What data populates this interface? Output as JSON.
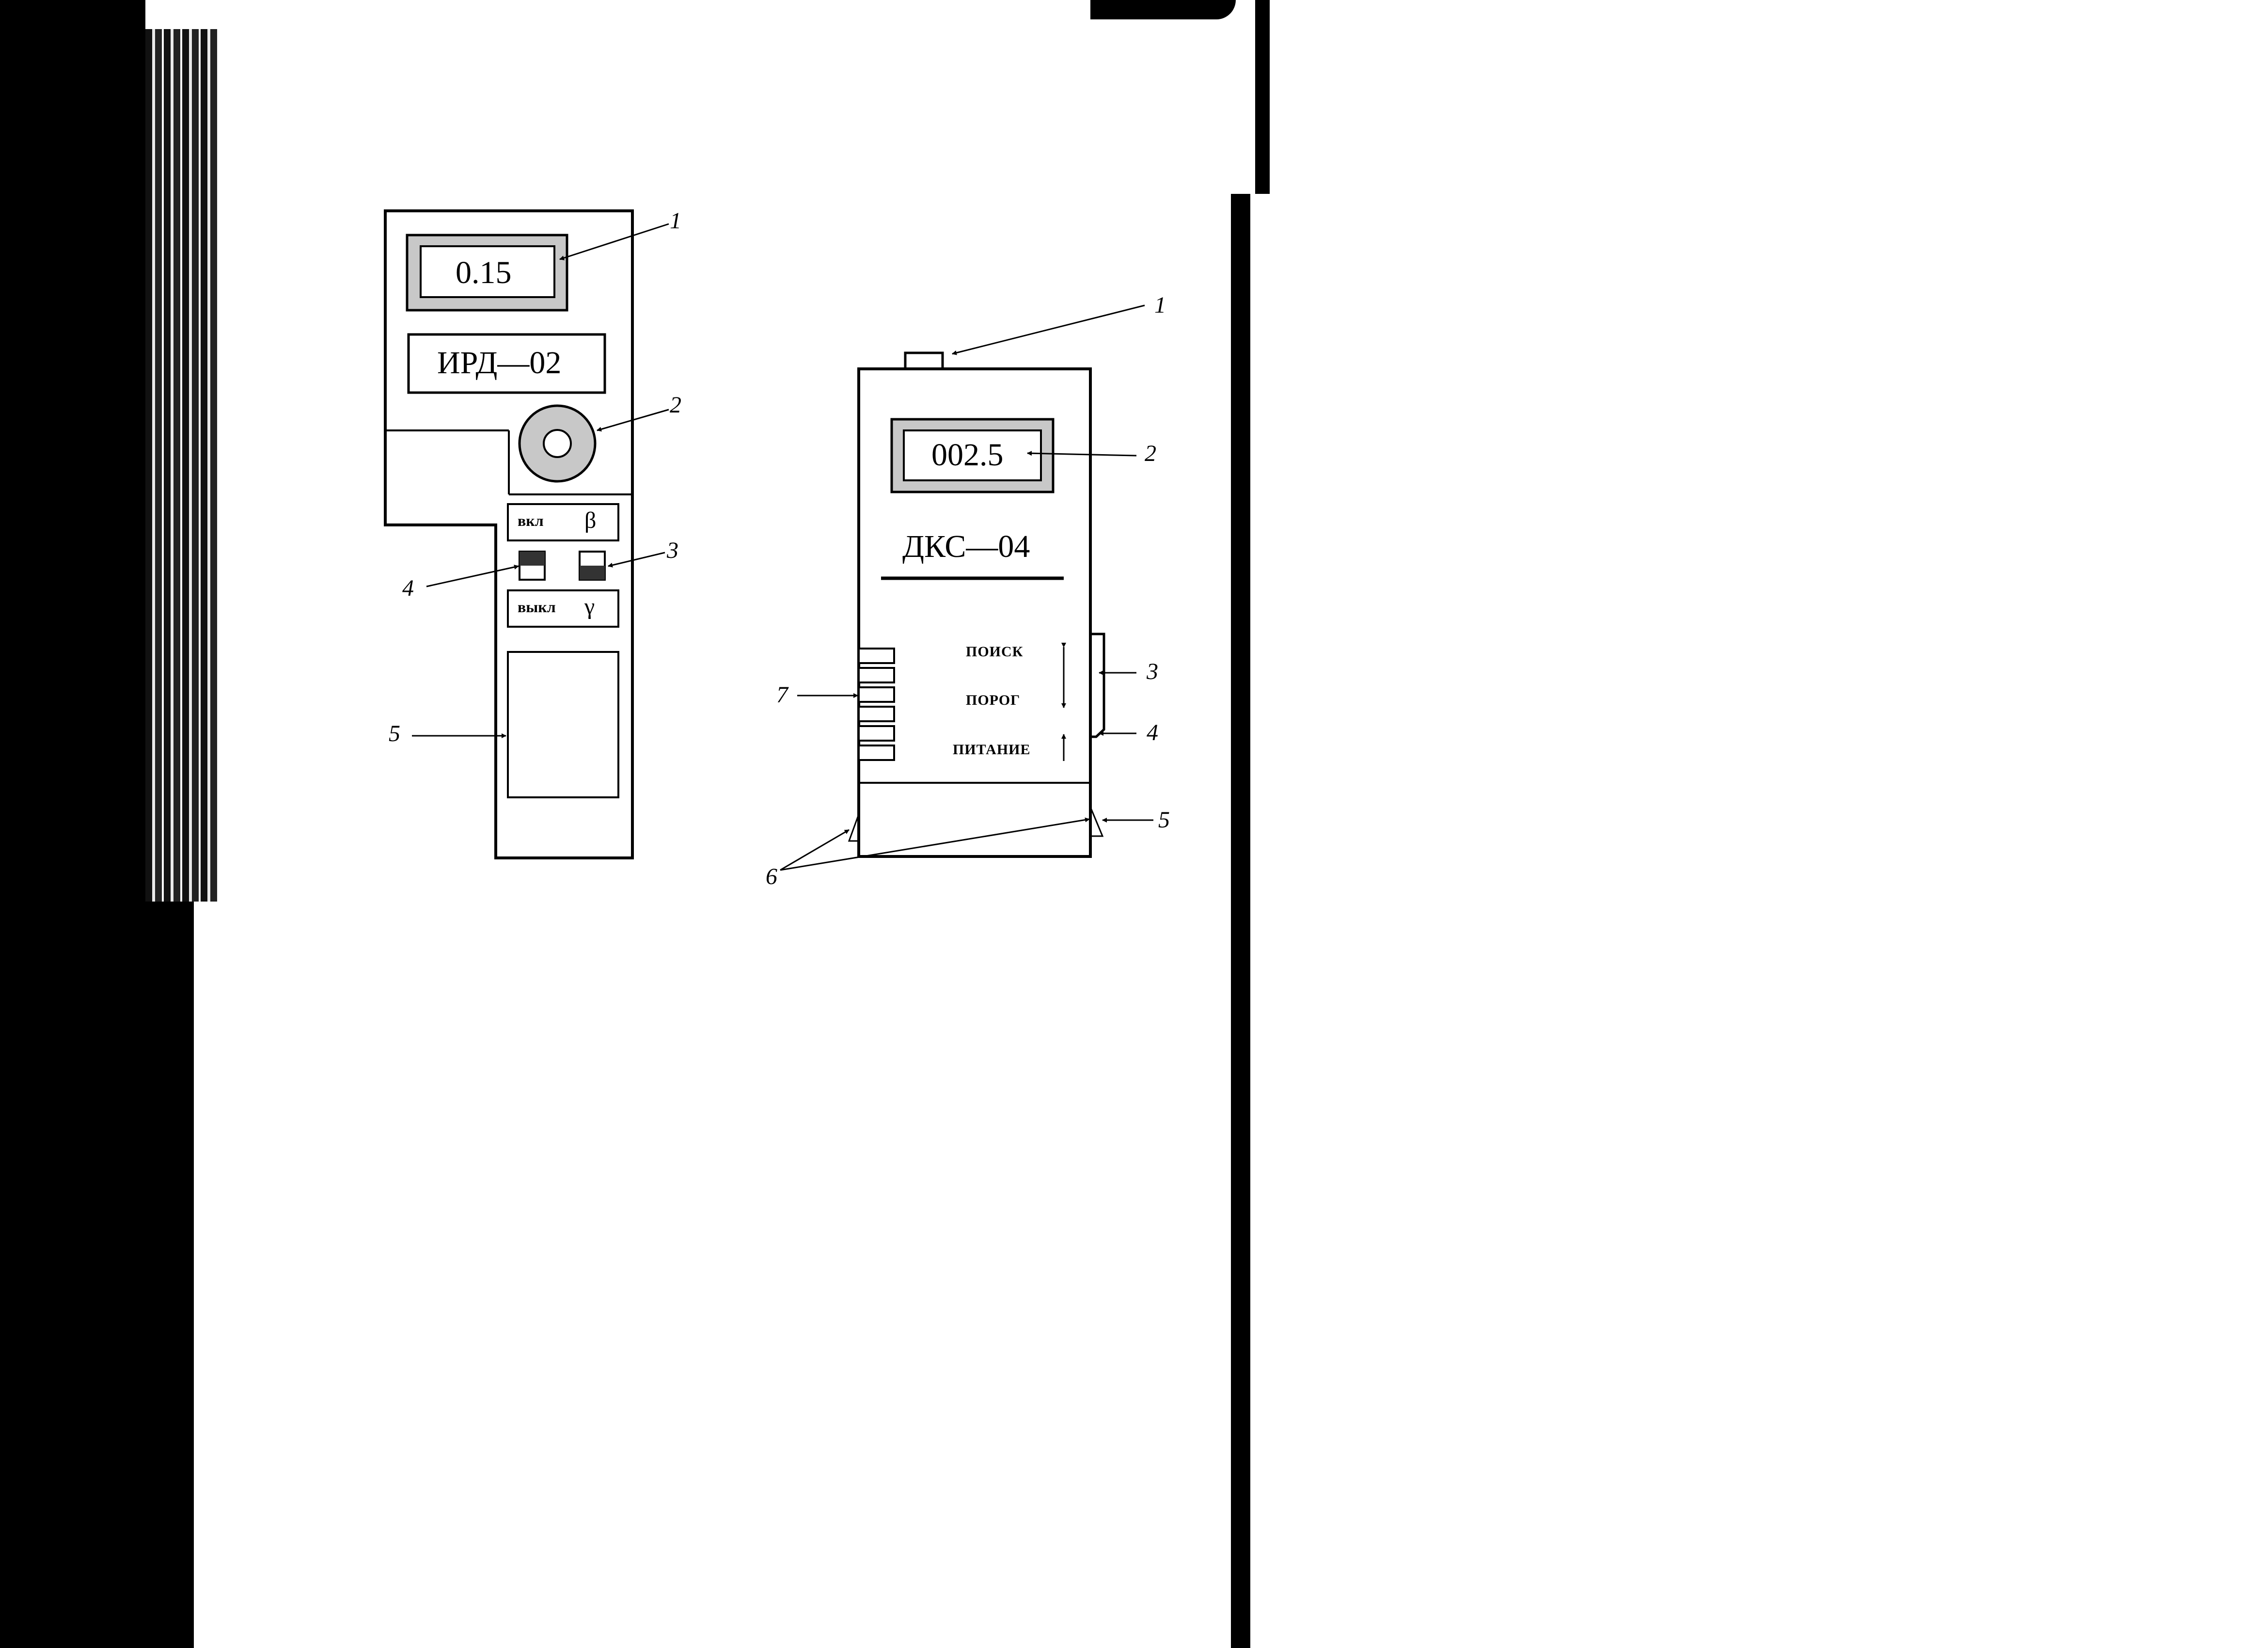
{
  "device_ird": {
    "display_value": "0.15",
    "model": "ИРД—02",
    "switch_top_label": "вкл",
    "switch_top_symbol": "β",
    "switch_bottom_label": "выкл",
    "switch_bottom_symbol": "γ",
    "callouts": [
      "1",
      "2",
      "3",
      "4",
      "5"
    ]
  },
  "device_dks": {
    "display_value": "002.5",
    "model": "ДКС—04",
    "menu_items": [
      "ПОИСК",
      "ПОРОГ",
      "ПИТАНИЕ"
    ],
    "callouts": [
      "1",
      "2",
      "3",
      "4",
      "5",
      "6",
      "7"
    ]
  },
  "colors": {
    "ink": "#000000",
    "display_shade": "#c8c8c8",
    "switch_fill": "#333333",
    "paper": "#ffffff"
  }
}
